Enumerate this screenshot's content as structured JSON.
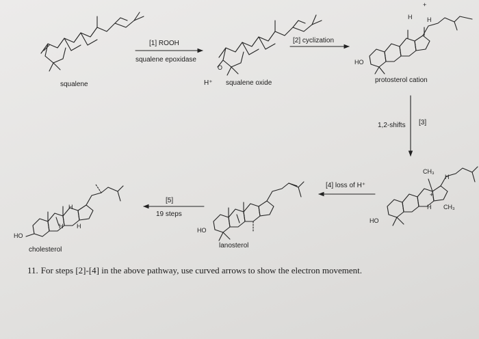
{
  "steps": {
    "step1_line1": "[1] ROOH",
    "step1_line2": "squalene epoxidase",
    "step1_acid": "H⁺",
    "step2": "[2] cyclization",
    "step3_label": "1,2-shifts",
    "step3_number": "[3]",
    "step4": "[4] loss of H⁺",
    "step5_number": "[5]",
    "step5_text": "19 steps"
  },
  "compounds": {
    "squalene": "squalene",
    "squalene_oxide": "squalene oxide",
    "protosterol_cation": "protosterol cation",
    "lanosterol": "lanosterol",
    "cholesterol": "cholesterol"
  },
  "atoms": {
    "ho": "HO",
    "h": "H",
    "ch3": "CH₃",
    "o": "O",
    "plus": "+"
  },
  "question": {
    "number": "11.",
    "text": "For steps [2]-[4] in the above pathway, use curved arrows to show the electron movement."
  }
}
